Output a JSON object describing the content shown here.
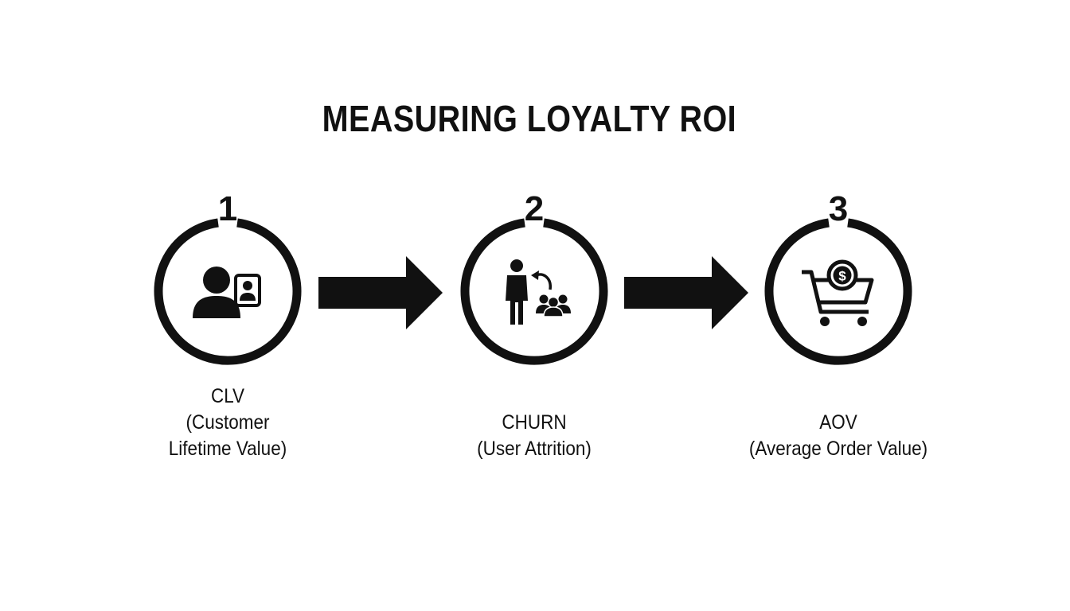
{
  "title": "MEASURING LOYALTY ROI",
  "steps": [
    {
      "number": "1",
      "abbr": "CLV",
      "full_line1": "(Customer",
      "full_line2": "Lifetime Value)",
      "icon": "customer-profile-icon"
    },
    {
      "number": "2",
      "abbr": "CHURN",
      "full_line1": "(User Attrition)",
      "full_line2": "",
      "icon": "user-attrition-icon"
    },
    {
      "number": "3",
      "abbr": "AOV",
      "full_line1": "(Average Order Value)",
      "full_line2": "",
      "icon": "shopping-cart-dollar-icon"
    }
  ],
  "colors": {
    "foreground": "#111111",
    "background": "#ffffff"
  }
}
